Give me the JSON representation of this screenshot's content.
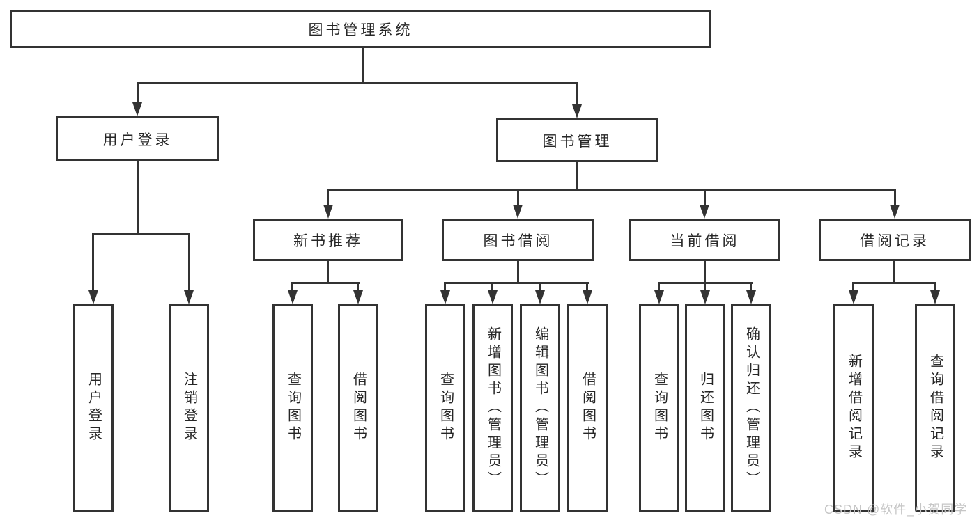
{
  "page": {
    "background": "#ffffff",
    "line_color": "#333333",
    "text_color": "#262626",
    "watermark": {
      "text": "CSDN @软件_小贺同学",
      "color": "#c6c6c6"
    }
  },
  "tree": {
    "root": {
      "label": "图书管理系统"
    },
    "branches": [
      {
        "label": "用户登录",
        "children": [
          {
            "label": "用户登录"
          },
          {
            "label": "注销登录"
          }
        ]
      },
      {
        "label": "图书管理",
        "children": [
          {
            "label": "新书推荐",
            "children": [
              {
                "label": "查询图书"
              },
              {
                "label": "借阅图书"
              }
            ]
          },
          {
            "label": "图书借阅",
            "children": [
              {
                "label": "查询图书"
              },
              {
                "label": "新增图书（管理员）"
              },
              {
                "label": "编辑图书（管理员）"
              },
              {
                "label": "借阅图书"
              }
            ]
          },
          {
            "label": "当前借阅",
            "children": [
              {
                "label": "查询图书"
              },
              {
                "label": "归还图书"
              },
              {
                "label": "确认归还（管理员）"
              }
            ]
          },
          {
            "label": "借阅记录",
            "children": [
              {
                "label": "新增借阅记录"
              },
              {
                "label": "查询借阅记录"
              }
            ]
          }
        ]
      }
    ]
  }
}
